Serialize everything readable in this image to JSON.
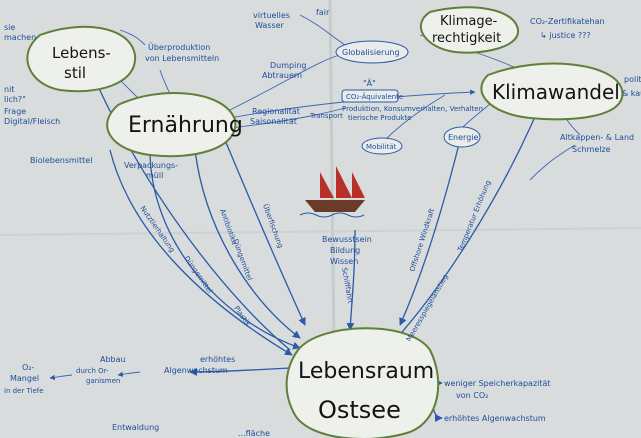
{
  "colors": {
    "paper": "#d9dcdc",
    "ink_blue": "#1e4d9a",
    "ink_black": "#141414",
    "node_outline": "#5f7f3a",
    "sail_red": "#b8302a"
  },
  "main_nodes": {
    "lebensstil": [
      "Lebens-",
      "stil"
    ],
    "ernaehrung": "Ernährung",
    "klimawandel": "Klimawandel",
    "klimagerechtigkeit": [
      "Klimage-",
      "rechtigkeit"
    ],
    "lebensraum": [
      "Lebensraum",
      "Ostsee"
    ]
  },
  "top_labels": {
    "virtuelles_wasser": [
      "virtuelles",
      "Wasser"
    ],
    "fair": "fair",
    "co2_zertifikate": [
      "CO₂-Zertifikatehan",
      "↳ justice ???"
    ],
    "ueberproduktion": [
      "Überproduktion",
      "von Lebensmitteln"
    ],
    "globalisierung": "Globalisierung",
    "dumping": [
      "Dumping",
      "Abtrauern"
    ],
    "co2_aequivalente": [
      "\"Ä\"",
      "CO₂-Äquivalente",
      "Produktion, Konsumverhalten, Verhalten",
      "tierische Produkte"
    ],
    "regionalitaet": [
      "Regionalität",
      "Saisonalität"
    ],
    "transport": "Transport",
    "mobilitaet": "Mobilität",
    "energie": "Energie",
    "altkappen": [
      "Altkappen- & Land",
      "Schmelze"
    ],
    "politik": [
      "politi",
      "& kau"
    ]
  },
  "left_labels": {
    "top_corner": [
      "sie",
      "machen"
    ],
    "left_corner": [
      "nit",
      "lich?\"",
      "Frage",
      "Digital/Fleisch"
    ],
    "biolebensmittel": "Biolebensmittel",
    "verpackungsmuell": [
      "Verpackungs-",
      "müll"
    ]
  },
  "edge_labels": {
    "nutztierhaltung": "Nutztierhaltung",
    "duengemittel": "Düngemittel",
    "ueberfischung": "Überfischung",
    "plastik": "Plastik",
    "antibiotika": "Antibiotika",
    "duengemittel_2": "Düngemittel",
    "schifffahrt": "Schifffahrt",
    "offshore": "Offshore Windkraft",
    "temperatur": "Temperatur Erhöhung",
    "meeresspiegel": "Meeresspiegelanstieg"
  },
  "center_labels": [
    "Bewusstsein",
    "Bildung",
    "Wissen"
  ],
  "bottom_labels": {
    "o2_mangel": [
      "O₂-",
      "Mangel",
      "in der Tiefe"
    ],
    "abbau": [
      "Abbau",
      "durch Or-",
      "ganismen"
    ],
    "algen_left": [
      "erhöhtes",
      "Algenwachstum"
    ],
    "entwaldung": "Entwaldung",
    "speicher": [
      "weniger Speicherkapazität",
      "von CO₂"
    ],
    "algen_right": "erhöhtes Algenwachstum",
    "bottom_cut": "...fläche"
  }
}
